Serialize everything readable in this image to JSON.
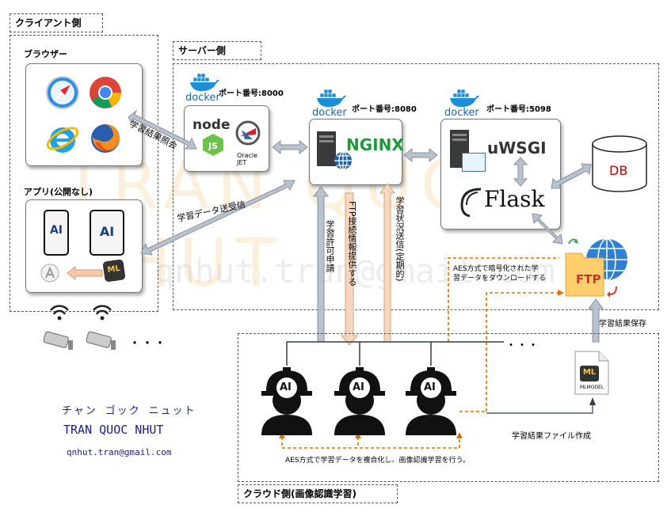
{
  "client": {
    "label": "クライアント側",
    "browser_label": "ブラウザー",
    "app_label": "アプリ(公開なし)",
    "ai_label": "AI",
    "ml_label": "ML",
    "ellipsis": "・・・"
  },
  "server": {
    "label": "サーバー側",
    "docker_word": "docker",
    "port_node": "ポート番号:8000",
    "port_nginx": "ポート番号:8080",
    "port_uwsgi": "ポート番号:5098",
    "node_text": "node",
    "oracle_jet": "Oracle JET",
    "nginx_text": "NGINX",
    "uwsgi_text": "uWSGI",
    "flask_text": "Flask",
    "db_text": "DB",
    "ftp_text": "FTP"
  },
  "arrows": {
    "study_result_query": "学習結果照会",
    "study_data_send_receive": "学習データ送受信",
    "study_permission_request": "学習許可申請",
    "ftp_info_provide": "FTP接続情報提供する",
    "study_status_send": "学習状況送信(定期的)",
    "aes_download": "AES方式で暗号化された学\n習データをダウンロードする",
    "study_result_save": "学習結果保存",
    "study_result_file": "学習結果ファイル作成",
    "aes_decrypt": "AES方式で学習データを複合化し、画像認識学習を行う。"
  },
  "cloud": {
    "label": "クラウド側(画像認識学習)",
    "worker_ai": "AI",
    "ellipsis": "・・・",
    "mlmodel_badge": "ML",
    "mlmodel_caption": "MLMODEL"
  },
  "author": {
    "name_jp": "チャン ゴック ニュット",
    "name_en": "TRAN QUOC NHUT",
    "email": "qnhut.tran@gmail.com"
  },
  "watermark": {
    "big_name": "TRAN QUOC NHUT",
    "big_email": "qnhut.tran@gmail.com"
  },
  "colors": {
    "arrow_gray": "#b9c2cc",
    "orange": "#e07000",
    "docker_blue": "#1d8fd6",
    "dark_line": "#333c4a"
  }
}
